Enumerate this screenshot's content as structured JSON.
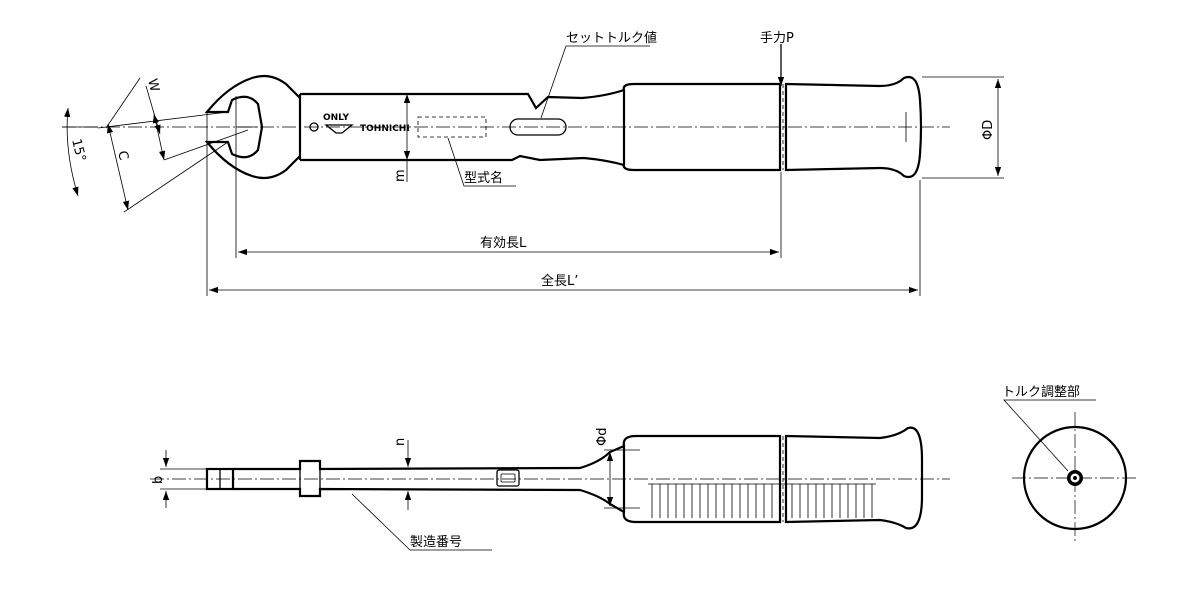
{
  "labels": {
    "set_torque": "セットトルク値",
    "hand_force": "手力P",
    "model": "型式名",
    "effective_length": "有効長L",
    "overall_length": "全長L’",
    "phi_D": "ΦD",
    "w": "W",
    "c": "C",
    "angle": "15°",
    "m": "m",
    "n": "n",
    "b": "b",
    "phi_d": "Φd",
    "serial_number": "製造番号",
    "torque_adjust": "トルク調整部"
  },
  "body_marks": {
    "only": "ONLY",
    "brand": "TOHNICHI"
  }
}
